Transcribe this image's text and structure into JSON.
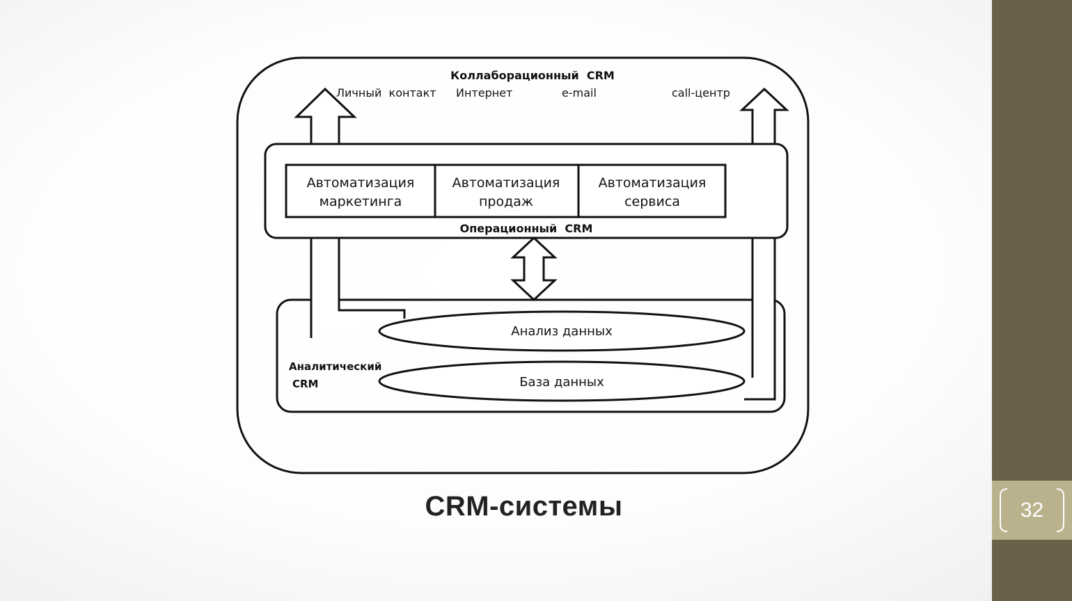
{
  "diagram": {
    "collab_title": "Коллаборационный  CRM",
    "channels": [
      "Личный  контакт",
      "Интернет",
      "e-mail",
      "call-центр"
    ],
    "automation": [
      [
        "Автоматизация",
        "маркетинга"
      ],
      [
        "Автоматизация",
        "продаж"
      ],
      [
        "Автоматизация",
        "сервиса"
      ]
    ],
    "operational_title": "Операционный  CRM",
    "analysis_label": "Анализ данных",
    "database_label": "База данных",
    "analytical_title": [
      "Аналитический",
      "CRM"
    ]
  },
  "slide": {
    "title": "CRM-системы",
    "page_number": "32"
  },
  "colors": {
    "side_panel": "#6b604a",
    "page_box": "#bab28c",
    "line": "#111111"
  }
}
